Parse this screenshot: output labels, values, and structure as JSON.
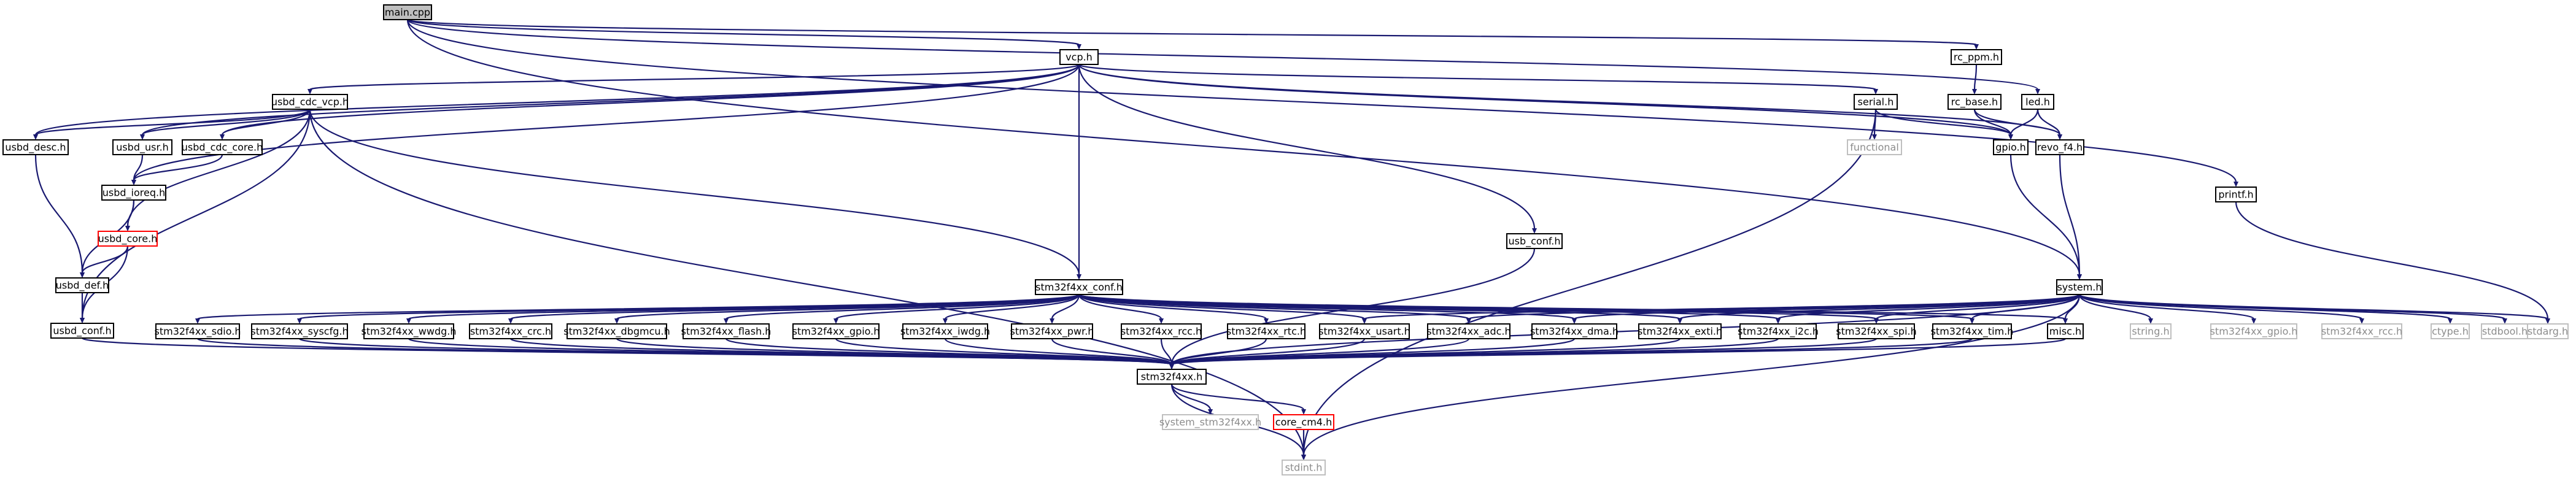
{
  "graph": {
    "title": "",
    "nodes": [
      {
        "id": "main_cpp",
        "label": "main.cpp",
        "style": "root"
      },
      {
        "id": "vcp_h",
        "label": "vcp.h",
        "style": "normal"
      },
      {
        "id": "rc_ppm_h",
        "label": "rc_ppm.h",
        "style": "normal"
      },
      {
        "id": "rc_base_h",
        "label": "rc_base.h",
        "style": "normal"
      },
      {
        "id": "led_h",
        "label": "led.h",
        "style": "normal"
      },
      {
        "id": "serial_h",
        "label": "serial.h",
        "style": "normal"
      },
      {
        "id": "functional",
        "label": "functional",
        "style": "missing"
      },
      {
        "id": "gpio_h",
        "label": "gpio.h",
        "style": "normal"
      },
      {
        "id": "revo_f4_h",
        "label": "revo_f4.h",
        "style": "normal"
      },
      {
        "id": "printf_h",
        "label": "printf.h",
        "style": "normal"
      },
      {
        "id": "usbd_cdc_vcp_h",
        "label": "usbd_cdc_vcp.h",
        "style": "normal"
      },
      {
        "id": "usbd_desc_h",
        "label": "usbd_desc.h",
        "style": "normal"
      },
      {
        "id": "usbd_usr_h",
        "label": "usbd_usr.h",
        "style": "normal"
      },
      {
        "id": "usbd_cdc_core_h",
        "label": "usbd_cdc_core.h",
        "style": "normal"
      },
      {
        "id": "usbd_ioreq_h",
        "label": "usbd_ioreq.h",
        "style": "normal"
      },
      {
        "id": "usbd_core_h",
        "label": "usbd_core.h",
        "style": "bad"
      },
      {
        "id": "usbd_def_h",
        "label": "usbd_def.h",
        "style": "normal"
      },
      {
        "id": "usbd_conf_h",
        "label": "usbd_conf.h",
        "style": "normal"
      },
      {
        "id": "usb_conf_h",
        "label": "usb_conf.h",
        "style": "normal"
      },
      {
        "id": "stm32f4xx_conf_h",
        "label": "stm32f4xx_conf.h",
        "style": "normal"
      },
      {
        "id": "system_h",
        "label": "system.h",
        "style": "normal"
      },
      {
        "id": "stm32f4xx_sdio_h",
        "label": "stm32f4xx_sdio.h",
        "style": "normal"
      },
      {
        "id": "stm32f4xx_syscfg_h",
        "label": "stm32f4xx_syscfg.h",
        "style": "normal"
      },
      {
        "id": "stm32f4xx_wwdg_h",
        "label": "stm32f4xx_wwdg.h",
        "style": "normal"
      },
      {
        "id": "stm32f4xx_crc_h",
        "label": "stm32f4xx_crc.h",
        "style": "normal"
      },
      {
        "id": "stm32f4xx_dbgmcu_h",
        "label": "stm32f4xx_dbgmcu.h",
        "style": "normal"
      },
      {
        "id": "stm32f4xx_flash_h",
        "label": "stm32f4xx_flash.h",
        "style": "normal"
      },
      {
        "id": "stm32f4xx_gpio_h",
        "label": "stm32f4xx_gpio.h",
        "style": "normal"
      },
      {
        "id": "stm32f4xx_iwdg_h",
        "label": "stm32f4xx_iwdg.h",
        "style": "normal"
      },
      {
        "id": "stm32f4xx_pwr_h",
        "label": "stm32f4xx_pwr.h",
        "style": "normal"
      },
      {
        "id": "stm32f4xx_rcc_h",
        "label": "stm32f4xx_rcc.h",
        "style": "normal"
      },
      {
        "id": "stm32f4xx_rtc_h",
        "label": "stm32f4xx_rtc.h",
        "style": "normal"
      },
      {
        "id": "stm32f4xx_usart_h",
        "label": "stm32f4xx_usart.h",
        "style": "normal"
      },
      {
        "id": "stm32f4xx_adc_h",
        "label": "stm32f4xx_adc.h",
        "style": "normal"
      },
      {
        "id": "stm32f4xx_dma_h",
        "label": "stm32f4xx_dma.h",
        "style": "normal"
      },
      {
        "id": "stm32f4xx_exti_h",
        "label": "stm32f4xx_exti.h",
        "style": "normal"
      },
      {
        "id": "stm32f4xx_i2c_h",
        "label": "stm32f4xx_i2c.h",
        "style": "normal"
      },
      {
        "id": "stm32f4xx_spi_h",
        "label": "stm32f4xx_spi.h",
        "style": "normal"
      },
      {
        "id": "stm32f4xx_tim_h",
        "label": "stm32f4xx_tim.h",
        "style": "normal"
      },
      {
        "id": "misc_h",
        "label": "misc.h",
        "style": "normal"
      },
      {
        "id": "string_h",
        "label": "string.h",
        "style": "missing"
      },
      {
        "id": "stm32f4xx_gpio_h_2",
        "label": "stm32f4xx_gpio.h",
        "style": "missing"
      },
      {
        "id": "stm32f4xx_rcc_h_2",
        "label": "stm32f4xx_rcc.h",
        "style": "missing"
      },
      {
        "id": "ctype_h",
        "label": "ctype.h",
        "style": "missing"
      },
      {
        "id": "stdbool_h",
        "label": "stdbool.h",
        "style": "missing"
      },
      {
        "id": "stdarg_h",
        "label": "stdarg.h",
        "style": "missing"
      },
      {
        "id": "stm32f4xx_h",
        "label": "stm32f4xx.h",
        "style": "normal"
      },
      {
        "id": "system_stm32f4xx_h",
        "label": "system_stm32f4xx.h",
        "style": "missing"
      },
      {
        "id": "core_cm4_h",
        "label": "core_cm4.h",
        "style": "bad"
      },
      {
        "id": "stdint_h",
        "label": "stdint.h",
        "style": "missing"
      }
    ],
    "edges": [
      [
        "main_cpp",
        "vcp_h"
      ],
      [
        "main_cpp",
        "rc_ppm_h"
      ],
      [
        "main_cpp",
        "led_h"
      ],
      [
        "main_cpp",
        "system_h"
      ],
      [
        "main_cpp",
        "printf_h"
      ],
      [
        "rc_ppm_h",
        "rc_base_h"
      ],
      [
        "rc_base_h",
        "gpio_h"
      ],
      [
        "rc_base_h",
        "revo_f4_h"
      ],
      [
        "led_h",
        "gpio_h"
      ],
      [
        "led_h",
        "revo_f4_h"
      ],
      [
        "vcp_h",
        "usbd_cdc_vcp_h"
      ],
      [
        "vcp_h",
        "usbd_desc_h"
      ],
      [
        "vcp_h",
        "usbd_usr_h"
      ],
      [
        "vcp_h",
        "usbd_cdc_core_h"
      ],
      [
        "vcp_h",
        "usbd_ioreq_h"
      ],
      [
        "vcp_h",
        "serial_h"
      ],
      [
        "vcp_h",
        "gpio_h"
      ],
      [
        "vcp_h",
        "revo_f4_h"
      ],
      [
        "vcp_h",
        "usb_conf_h"
      ],
      [
        "vcp_h",
        "stm32f4xx_conf_h"
      ],
      [
        "serial_h",
        "functional"
      ],
      [
        "serial_h",
        "gpio_h"
      ],
      [
        "serial_h",
        "stdint_h"
      ],
      [
        "gpio_h",
        "system_h"
      ],
      [
        "revo_f4_h",
        "system_h"
      ],
      [
        "printf_h",
        "stdarg_h"
      ],
      [
        "usbd_cdc_vcp_h",
        "usbd_desc_h"
      ],
      [
        "usbd_cdc_vcp_h",
        "usbd_usr_h"
      ],
      [
        "usbd_cdc_vcp_h",
        "usbd_cdc_core_h"
      ],
      [
        "usbd_cdc_vcp_h",
        "usbd_core_h"
      ],
      [
        "usbd_cdc_vcp_h",
        "usbd_conf_h"
      ],
      [
        "usbd_cdc_vcp_h",
        "stm32f4xx_conf_h"
      ],
      [
        "usbd_cdc_vcp_h",
        "stdint_h"
      ],
      [
        "usbd_desc_h",
        "usbd_def_h"
      ],
      [
        "usbd_usr_h",
        "usbd_ioreq_h"
      ],
      [
        "usbd_cdc_core_h",
        "usbd_ioreq_h"
      ],
      [
        "usbd_ioreq_h",
        "usbd_def_h"
      ],
      [
        "usbd_ioreq_h",
        "usbd_core_h"
      ],
      [
        "usbd_core_h",
        "usbd_def_h"
      ],
      [
        "usbd_core_h",
        "usbd_conf_h"
      ],
      [
        "usbd_def_h",
        "usbd_conf_h"
      ],
      [
        "usbd_conf_h",
        "stm32f4xx_h"
      ],
      [
        "usb_conf_h",
        "stm32f4xx_h"
      ],
      [
        "stm32f4xx_conf_h",
        "stm32f4xx_sdio_h"
      ],
      [
        "stm32f4xx_conf_h",
        "stm32f4xx_syscfg_h"
      ],
      [
        "stm32f4xx_conf_h",
        "stm32f4xx_wwdg_h"
      ],
      [
        "stm32f4xx_conf_h",
        "stm32f4xx_crc_h"
      ],
      [
        "stm32f4xx_conf_h",
        "stm32f4xx_dbgmcu_h"
      ],
      [
        "stm32f4xx_conf_h",
        "stm32f4xx_flash_h"
      ],
      [
        "stm32f4xx_conf_h",
        "stm32f4xx_gpio_h"
      ],
      [
        "stm32f4xx_conf_h",
        "stm32f4xx_iwdg_h"
      ],
      [
        "stm32f4xx_conf_h",
        "stm32f4xx_pwr_h"
      ],
      [
        "stm32f4xx_conf_h",
        "stm32f4xx_rcc_h"
      ],
      [
        "stm32f4xx_conf_h",
        "stm32f4xx_rtc_h"
      ],
      [
        "stm32f4xx_conf_h",
        "stm32f4xx_usart_h"
      ],
      [
        "stm32f4xx_conf_h",
        "stm32f4xx_adc_h"
      ],
      [
        "stm32f4xx_conf_h",
        "stm32f4xx_dma_h"
      ],
      [
        "stm32f4xx_conf_h",
        "stm32f4xx_exti_h"
      ],
      [
        "stm32f4xx_conf_h",
        "stm32f4xx_i2c_h"
      ],
      [
        "stm32f4xx_conf_h",
        "stm32f4xx_spi_h"
      ],
      [
        "stm32f4xx_conf_h",
        "stm32f4xx_tim_h"
      ],
      [
        "stm32f4xx_conf_h",
        "misc_h"
      ],
      [
        "system_h",
        "stm32f4xx_usart_h"
      ],
      [
        "system_h",
        "stm32f4xx_adc_h"
      ],
      [
        "system_h",
        "stm32f4xx_dma_h"
      ],
      [
        "system_h",
        "stm32f4xx_exti_h"
      ],
      [
        "system_h",
        "stm32f4xx_i2c_h"
      ],
      [
        "system_h",
        "stm32f4xx_spi_h"
      ],
      [
        "system_h",
        "stm32f4xx_tim_h"
      ],
      [
        "system_h",
        "misc_h"
      ],
      [
        "system_h",
        "string_h"
      ],
      [
        "system_h",
        "stm32f4xx_gpio_h_2"
      ],
      [
        "system_h",
        "stm32f4xx_rcc_h_2"
      ],
      [
        "system_h",
        "ctype_h"
      ],
      [
        "system_h",
        "stdbool_h"
      ],
      [
        "system_h",
        "stdarg_h"
      ],
      [
        "system_h",
        "stm32f4xx_h"
      ],
      [
        "system_h",
        "stdint_h"
      ],
      [
        "stm32f4xx_sdio_h",
        "stm32f4xx_h"
      ],
      [
        "stm32f4xx_syscfg_h",
        "stm32f4xx_h"
      ],
      [
        "stm32f4xx_wwdg_h",
        "stm32f4xx_h"
      ],
      [
        "stm32f4xx_crc_h",
        "stm32f4xx_h"
      ],
      [
        "stm32f4xx_dbgmcu_h",
        "stm32f4xx_h"
      ],
      [
        "stm32f4xx_flash_h",
        "stm32f4xx_h"
      ],
      [
        "stm32f4xx_gpio_h",
        "stm32f4xx_h"
      ],
      [
        "stm32f4xx_iwdg_h",
        "stm32f4xx_h"
      ],
      [
        "stm32f4xx_pwr_h",
        "stm32f4xx_h"
      ],
      [
        "stm32f4xx_rcc_h",
        "stm32f4xx_h"
      ],
      [
        "stm32f4xx_rtc_h",
        "stm32f4xx_h"
      ],
      [
        "stm32f4xx_usart_h",
        "stm32f4xx_h"
      ],
      [
        "stm32f4xx_adc_h",
        "stm32f4xx_h"
      ],
      [
        "stm32f4xx_dma_h",
        "stm32f4xx_h"
      ],
      [
        "stm32f4xx_exti_h",
        "stm32f4xx_h"
      ],
      [
        "stm32f4xx_i2c_h",
        "stm32f4xx_h"
      ],
      [
        "stm32f4xx_spi_h",
        "stm32f4xx_h"
      ],
      [
        "stm32f4xx_tim_h",
        "stm32f4xx_h"
      ],
      [
        "misc_h",
        "stm32f4xx_h"
      ],
      [
        "stm32f4xx_h",
        "system_stm32f4xx_h"
      ],
      [
        "stm32f4xx_h",
        "core_cm4_h"
      ],
      [
        "stm32f4xx_h",
        "stdint_h"
      ],
      [
        "core_cm4_h",
        "stdint_h"
      ]
    ]
  }
}
